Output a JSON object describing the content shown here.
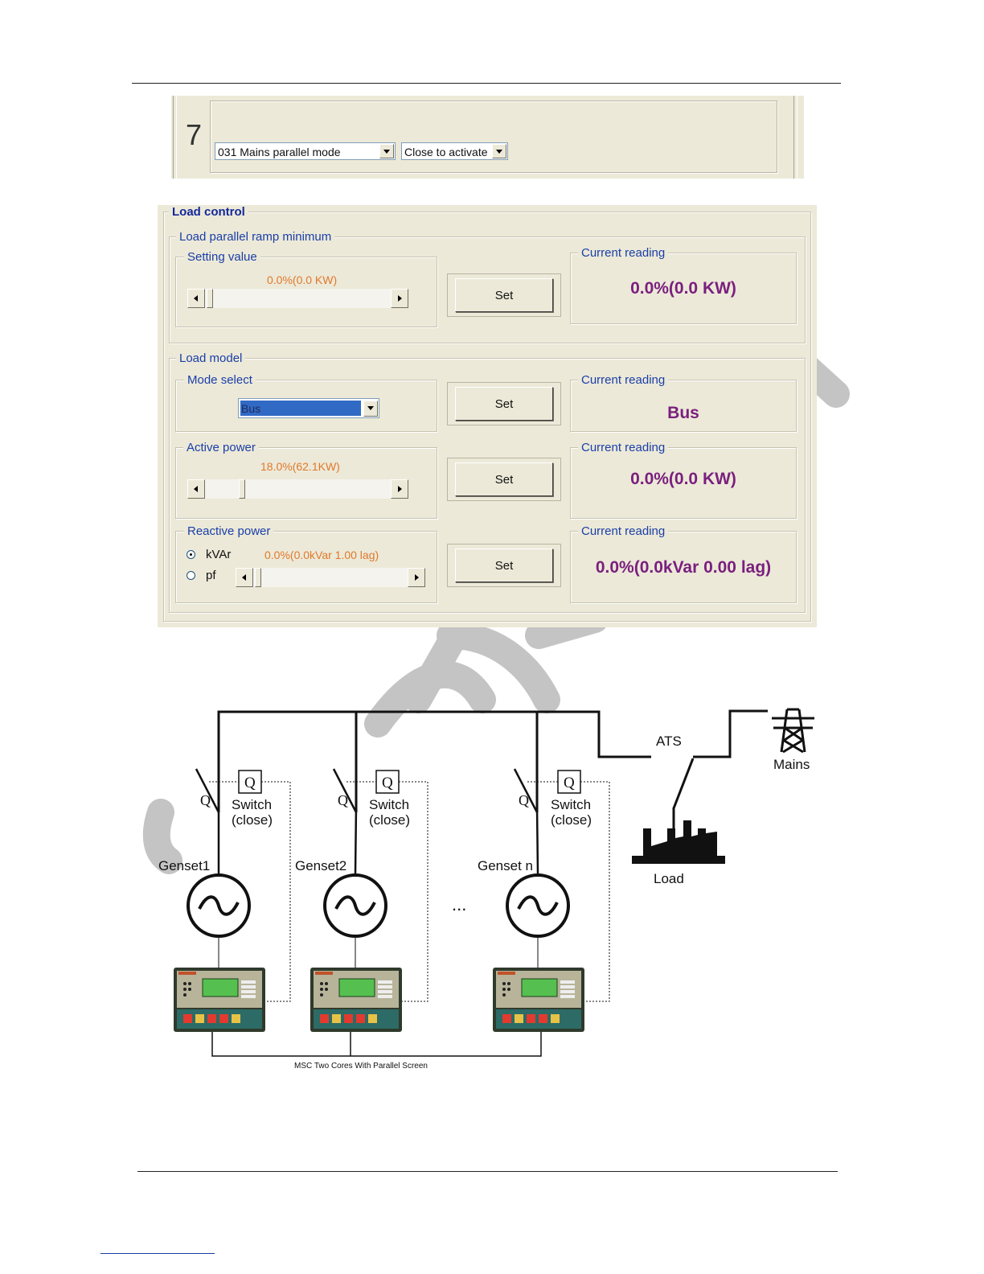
{
  "row7": {
    "number": "7",
    "input_function": "031  Mains parallel mode",
    "activation": "Close to activate"
  },
  "load_control": {
    "title": "Load control",
    "ramp": {
      "group_title": "Load parallel ramp minimum",
      "setting_title": "Setting value",
      "setting_value": "0.0%(0.0 KW)",
      "slider_fraction": 0.0,
      "set_label": "Set",
      "reading_title": "Current reading",
      "reading_value": "0.0%(0.0 KW)"
    },
    "load_model": {
      "group_title": "Load model",
      "mode": {
        "title": "Mode select",
        "selected": "Bus",
        "set_label": "Set",
        "reading_title": "Current reading",
        "reading_value": "Bus"
      },
      "active": {
        "title": "Active power",
        "setting_value": "18.0%(62.1KW)",
        "slider_fraction": 0.18,
        "set_label": "Set",
        "reading_title": "Current reading",
        "reading_value": "0.0%(0.0 KW)"
      },
      "reactive": {
        "title": "Reactive power",
        "option_kvar": "kVAr",
        "option_pf": "pf",
        "selected_option": "kVAr",
        "setting_value": "0.0%(0.0kVar 1.00 lag)",
        "slider_fraction": 0.0,
        "set_label": "Set",
        "reading_title": "Current reading",
        "reading_value": "0.0%(0.0kVar 0.00 lag)"
      }
    }
  },
  "diagram": {
    "ats_label": "ATS",
    "mains_label": "Mains",
    "load_label": "Load",
    "switch_symbol": "Q",
    "breaker_symbol": "Q",
    "switch_label_line1": "Switch",
    "switch_label_line2": "(close)",
    "gensets": [
      "Genset1",
      "Genset2",
      "Genset n"
    ],
    "ellipsis": "...",
    "bus_caption": "MSC Two Cores With Parallel Screen"
  },
  "colors": {
    "window_bg": "#ece9d8",
    "group_title": "#1a3ea8",
    "setting_value": "#e0792a",
    "reading_value": "#7a1f7e",
    "selection_bg": "#316ac5"
  }
}
